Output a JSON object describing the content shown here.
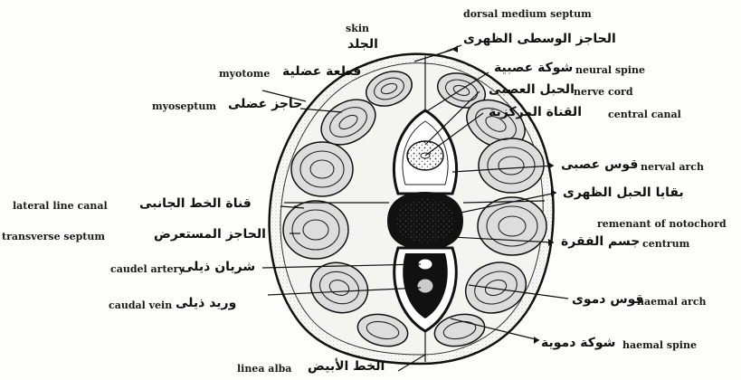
{
  "labels": {
    "skin_en": "skin",
    "skin_ar": "الجلد",
    "dorsal_septum_en": "dorsal medium septum",
    "dorsal_septum_ar": "الحاجز الوسطى الظهرى",
    "myotome_en": "myotome",
    "myotome_ar": "قطعة عضلية",
    "myoseptum_en": "myoseptum",
    "myoseptum_ar": "حاجز عضلى",
    "neural_spine_en": "neural spine",
    "neural_spine_ar": "شوكة عصبية",
    "nerve_cord_en": "nerve cord",
    "nerve_cord_ar": "الحبل العصبى",
    "central_canal_en": "central canal",
    "central_canal_ar": "القناة المركزية",
    "nerval_arch_en": "nerval arch",
    "nerval_arch_ar": "قوس عصبى",
    "notochord_ar": "بقايا الحبل الظهرى",
    "notochord_en": "remenant of notochord",
    "centrum_ar": "جسم الفقرة",
    "centrum_en": "centrum",
    "lateral_line_en": "lateral line canal",
    "lateral_line_ar": "قناة الخط الجانبى",
    "transverse_en": "transverse septum",
    "transverse_ar": "الحاجز المستعرض",
    "caudal_artery_en": "caudel artery",
    "caudal_artery_ar": "شريان ذيلى",
    "caudal_vein_en": "caudal vein",
    "caudal_vein_ar": "وريد ذيلى",
    "haemal_arch_ar": "قوس دموى",
    "haemal_arch_en": "haemal arch",
    "haemal_spine_ar": "شوكة دموية",
    "haemal_spine_en": "haemal spine",
    "linea_alba_en": "linea alba",
    "linea_alba_ar": "الخط الأبيض"
  }
}
